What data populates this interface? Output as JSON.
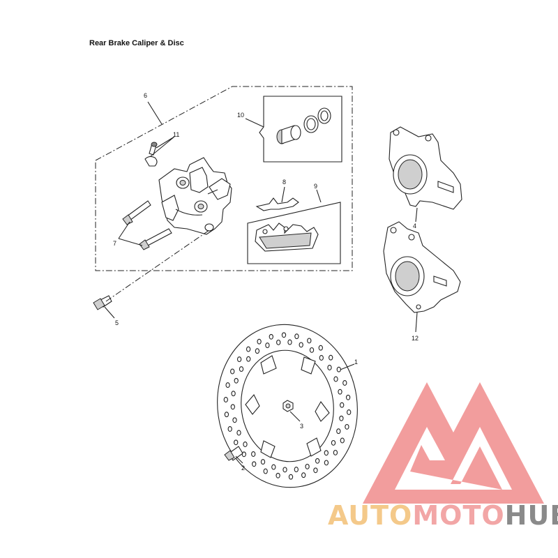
{
  "title": "Rear Brake Caliper & Disc",
  "callouts": [
    {
      "id": "c1",
      "text": "1"
    },
    {
      "id": "c2",
      "text": "2"
    },
    {
      "id": "c3",
      "text": "3"
    },
    {
      "id": "c4",
      "text": "4"
    },
    {
      "id": "c5",
      "text": "5"
    },
    {
      "id": "c6",
      "text": "6"
    },
    {
      "id": "c7",
      "text": "7"
    },
    {
      "id": "c8",
      "text": "8"
    },
    {
      "id": "c9",
      "text": "9"
    },
    {
      "id": "c10",
      "text": "10"
    },
    {
      "id": "c11",
      "text": "11"
    },
    {
      "id": "c12",
      "text": "12"
    }
  ],
  "watermark": {
    "word_auto": "AUTO",
    "word_moto": "MOTO",
    "word_hub": "HUB",
    "color_auto": "#f4c98a",
    "color_moto": "#f2a6a6",
    "color_hub": "#8a8a8a",
    "logo_color": "#f08c8c"
  }
}
